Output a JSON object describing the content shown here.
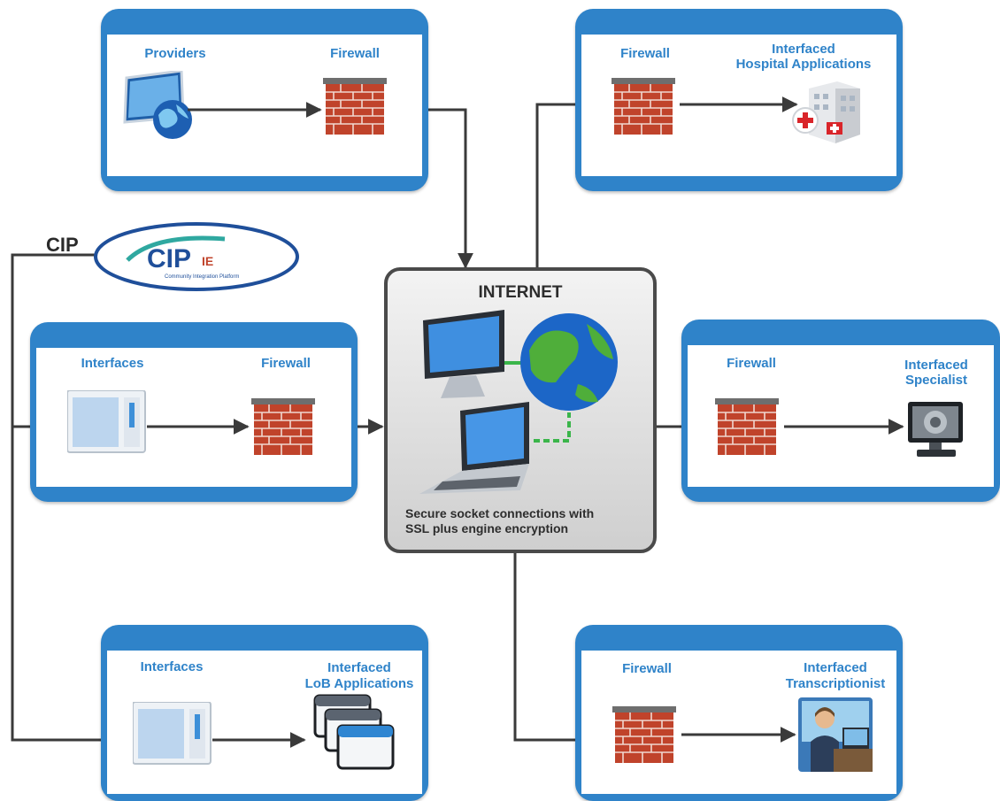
{
  "providers_panel": {
    "providers_label": "Providers",
    "firewall_label": "Firewall"
  },
  "hospital_panel": {
    "firewall_label": "Firewall",
    "app_label_line1": "Interfaced",
    "app_label_line2": "Hospital Applications"
  },
  "cip": {
    "label": "CIP",
    "logo_text": "CIP",
    "logo_suffix": "IE",
    "logo_tagline": "Community Integration Platform"
  },
  "interfaces_panel": {
    "interfaces_label": "Interfaces",
    "firewall_label": "Firewall"
  },
  "internet": {
    "title": "INTERNET",
    "caption_line1": "Secure socket connections with",
    "caption_line2": "SSL plus engine  encryption"
  },
  "specialist_panel": {
    "firewall_label": "Firewall",
    "target_label_line1": "Interfaced",
    "target_label_line2": "Specialist"
  },
  "lob_panel": {
    "interfaces_label": "Interfaces",
    "target_label_line1": "Interfaced",
    "target_label_line2": "LoB Applications"
  },
  "transcriptionist_panel": {
    "firewall_label": "Firewall",
    "target_label_line1": "Interfaced",
    "target_label_line2": "Transcriptionist"
  },
  "colors": {
    "panel_blue": "#2f83c9",
    "label_blue": "#2f83c9",
    "brick_red": "#c0432b",
    "wire": "#3a3a3a",
    "link_green": "#3ab54a"
  },
  "icons": [
    "monitor-globe-icon",
    "firewall-icon",
    "hospital-icon",
    "window-app-icon",
    "stacked-windows-icon",
    "specialist-screen-icon",
    "transcriptionist-icon",
    "desktop-computer-icon",
    "globe-icon",
    "laptop-icon"
  ]
}
